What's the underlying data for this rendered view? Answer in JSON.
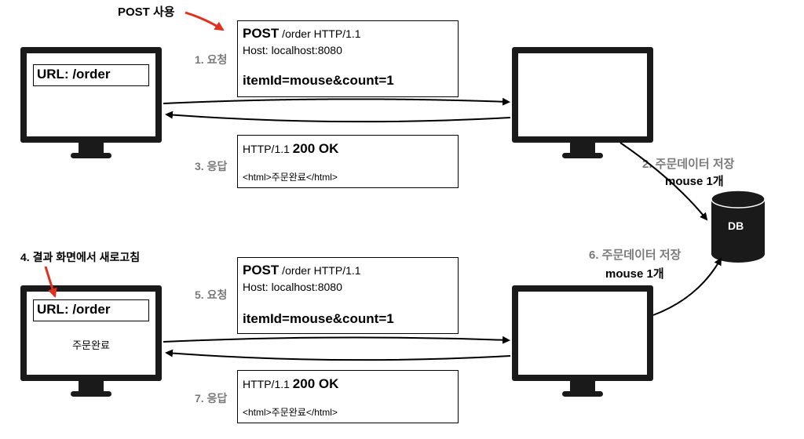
{
  "top": {
    "annotation": "POST 사용",
    "client_url": "URL: /order",
    "request_label": "1. 요청",
    "request": {
      "method": "POST",
      "path_version": " /order HTTP/1.1",
      "host": "Host: localhost:8080",
      "body": "itemId=mouse&count=1"
    },
    "response_label": "3. 응답",
    "response": {
      "version": "HTTP/1.1 ",
      "status": "200 OK",
      "body": "<html>주문완료</html>"
    },
    "db_note_label": "2. 주문데이터 저장",
    "db_note_value": "mouse 1개"
  },
  "bottom": {
    "annotation": "4. 결과 화면에서 새로고침",
    "client_url": "URL: /order",
    "client_content": "주문완료",
    "request_label": "5. 요청",
    "request": {
      "method": "POST",
      "path_version": " /order HTTP/1.1",
      "host": "Host: localhost:8080",
      "body": "itemId=mouse&count=1"
    },
    "response_label": "7. 응답",
    "response": {
      "version": "HTTP/1.1 ",
      "status": "200 OK",
      "body": "<html>주문완료</html>"
    },
    "db_note_label": "6. 주문데이터 저장",
    "db_note_value": "mouse 1개"
  },
  "database": {
    "label": "DB"
  },
  "colors": {
    "annotation_arrow": "#e0301e",
    "label_gray": "#7a7a7a"
  }
}
